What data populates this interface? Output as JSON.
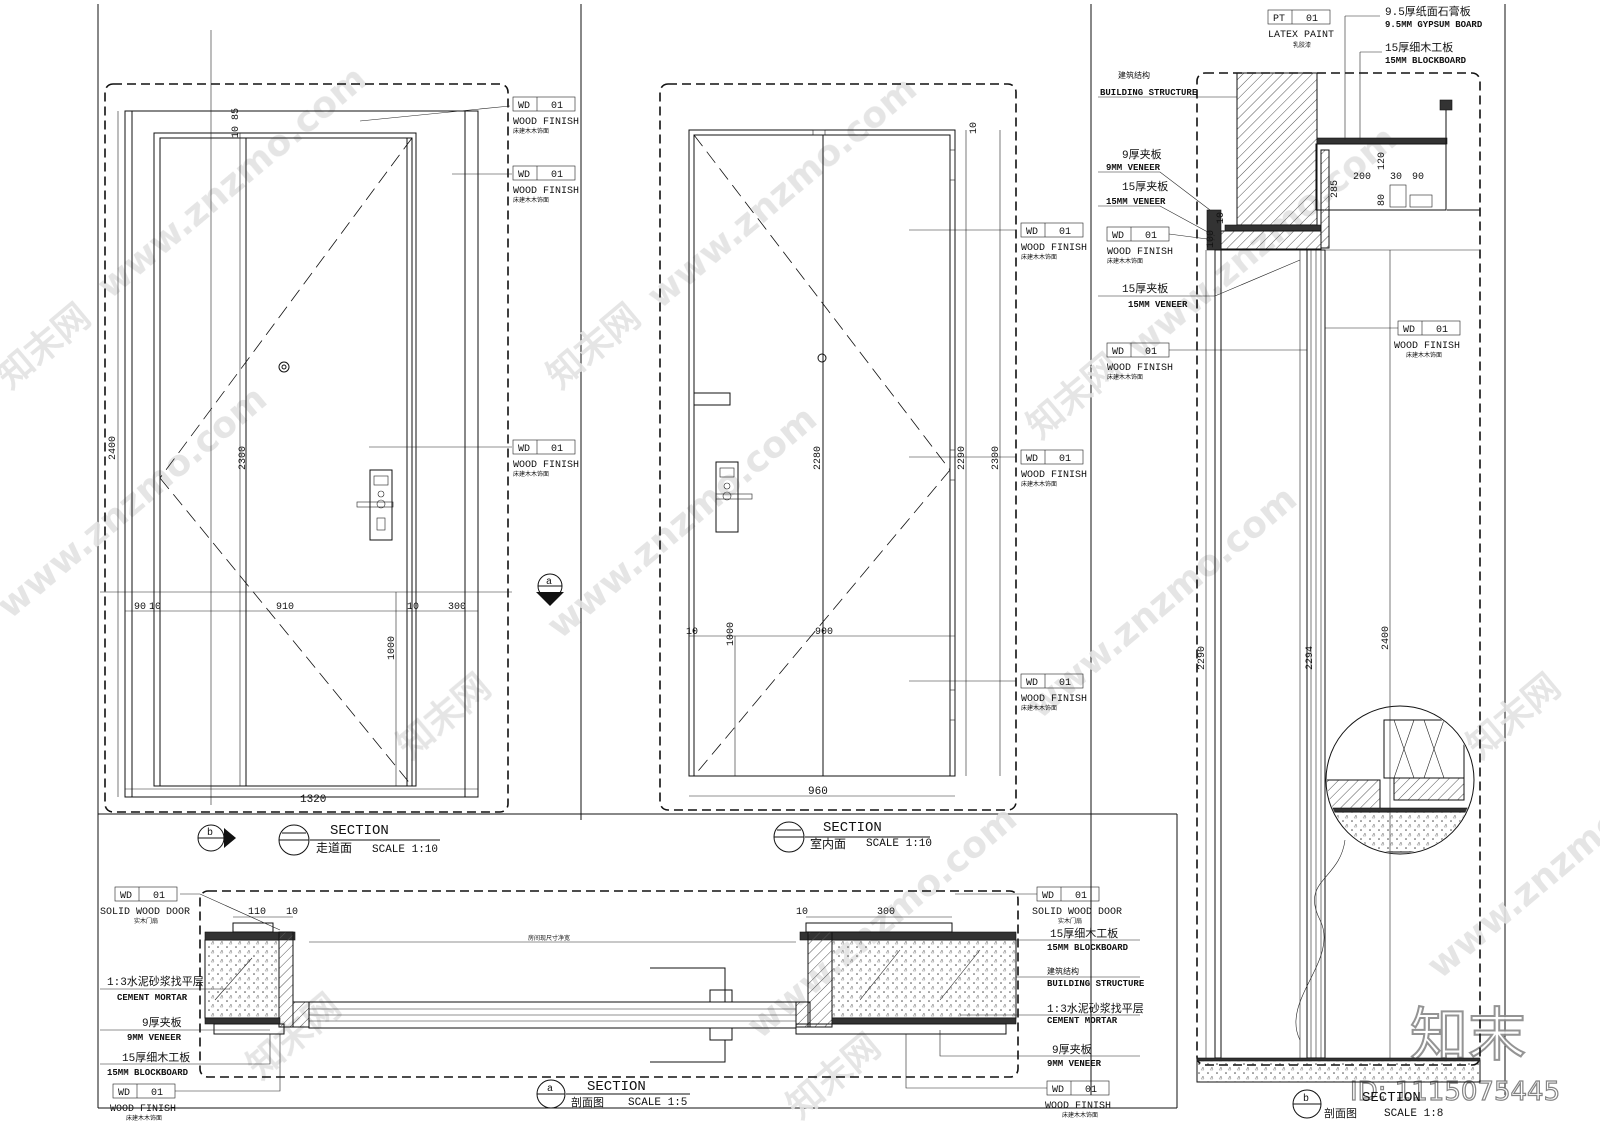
{
  "dims": {
    "left_top": "10 85",
    "left_h": "2400",
    "left_door_h": "2300",
    "left_w_90": "90",
    "left_w_10a": "10",
    "left_door_w": "910",
    "left_w_10b": "10",
    "left_w_300": "300",
    "left_1000": "1000",
    "left_total": "1320",
    "mid_2280": "2280",
    "mid_2290": "2290",
    "mid_2300": "2300",
    "mid_top": "10",
    "mid_1000": "1000",
    "mid_900": "900",
    "mid_10": "10",
    "mid_total": "960",
    "right_2290": "2290",
    "right_2294": "2294",
    "right_2400": "2400",
    "right_100": "100",
    "right_10": "10",
    "right_200": "200",
    "right_30": "30",
    "right_90": "90",
    "right_120": "120",
    "right_285": "285",
    "right_80": "80",
    "bot_110": "110",
    "bot_10a": "10",
    "bot_300": "300",
    "bot_10b": "10"
  },
  "tags": {
    "wd_code": "WD",
    "wd_num": "01",
    "pt_code": "PT",
    "pt_num": "01",
    "wood_finish": "WOOD FINISH",
    "wood_finish_cn": "床建木木饰面",
    "latex_paint": "LATEX PAINT",
    "latex_paint_cn": "乳胶漆",
    "solid_wood_door": "SOLID WOOD DOOR",
    "solid_wood_door_cn": "实木门扇"
  },
  "notes": {
    "gypsum_cn": "9.5厚纸面石膏板",
    "gypsum": "9.5MM GYPSUM BOARD",
    "blockboard_cn": "15厚细木工板",
    "blockboard": "15MM BLOCKBOARD",
    "structure_cn": "建筑结构",
    "structure": "BUILDING STRUCTURE",
    "veneer9_cn": "9厚夹板",
    "veneer9": "9MM VENEER",
    "veneer15_cn": "15厚夹板",
    "veneer15": "15MM VENEER",
    "mortar_cn": "1:3水泥砂浆找平层",
    "mortar": "CEMENT MORTAR",
    "section_clear": "房间现尺寸净宽"
  },
  "titles": {
    "section": "SECTION",
    "corridor_cn": "走道面",
    "scale_10": "SCALE 1:10",
    "indoor_cn": "室内面",
    "plan_cn": "剖面图",
    "scale_5": "SCALE 1:5",
    "scale_8": "SCALE 1:8",
    "marker_a": "a",
    "marker_b": "b"
  },
  "watermark": {
    "site": "www.znzmo.com",
    "brand": "知末网",
    "logo": "知末",
    "id": "ID: 1115075445"
  }
}
